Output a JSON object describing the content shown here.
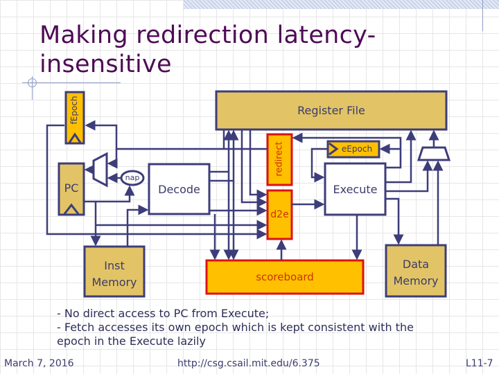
{
  "slide": {
    "title": "Making redirection latency-insensitive",
    "title_line1": "Making redirection latency-",
    "title_line2": "insensitive"
  },
  "diagram": {
    "blocks": {
      "register_file": "Register File",
      "fepoch": "fEpoch",
      "pc": "PC",
      "nap": "nap",
      "decode": "Decode",
      "redirect": "redirect",
      "eepoch": "eEpoch",
      "execute": "Execute",
      "d2e": "d2e",
      "inst_memory_line1": "Inst",
      "inst_memory_line2": "Memory",
      "scoreboard": "scoreboard",
      "data_memory_line1": "Data",
      "data_memory_line2": "Memory"
    },
    "colors": {
      "wire": "#3d3d7a",
      "state_fill": "#e2c466",
      "fifo_fill": "#ffc000",
      "fifo_border": "#dd1111",
      "fifo_text": "#cc3300",
      "title_color": "#4e0b55"
    }
  },
  "notes": {
    "line1": "- No direct access to PC from Execute;",
    "line2": "- Fetch accesses its own epoch which is kept consistent with the",
    "line3": "epoch in the Execute lazily"
  },
  "footer": {
    "date": "March 7, 2016",
    "url": "http://csg.csail.mit.edu/6.375",
    "page": "L11-7"
  }
}
